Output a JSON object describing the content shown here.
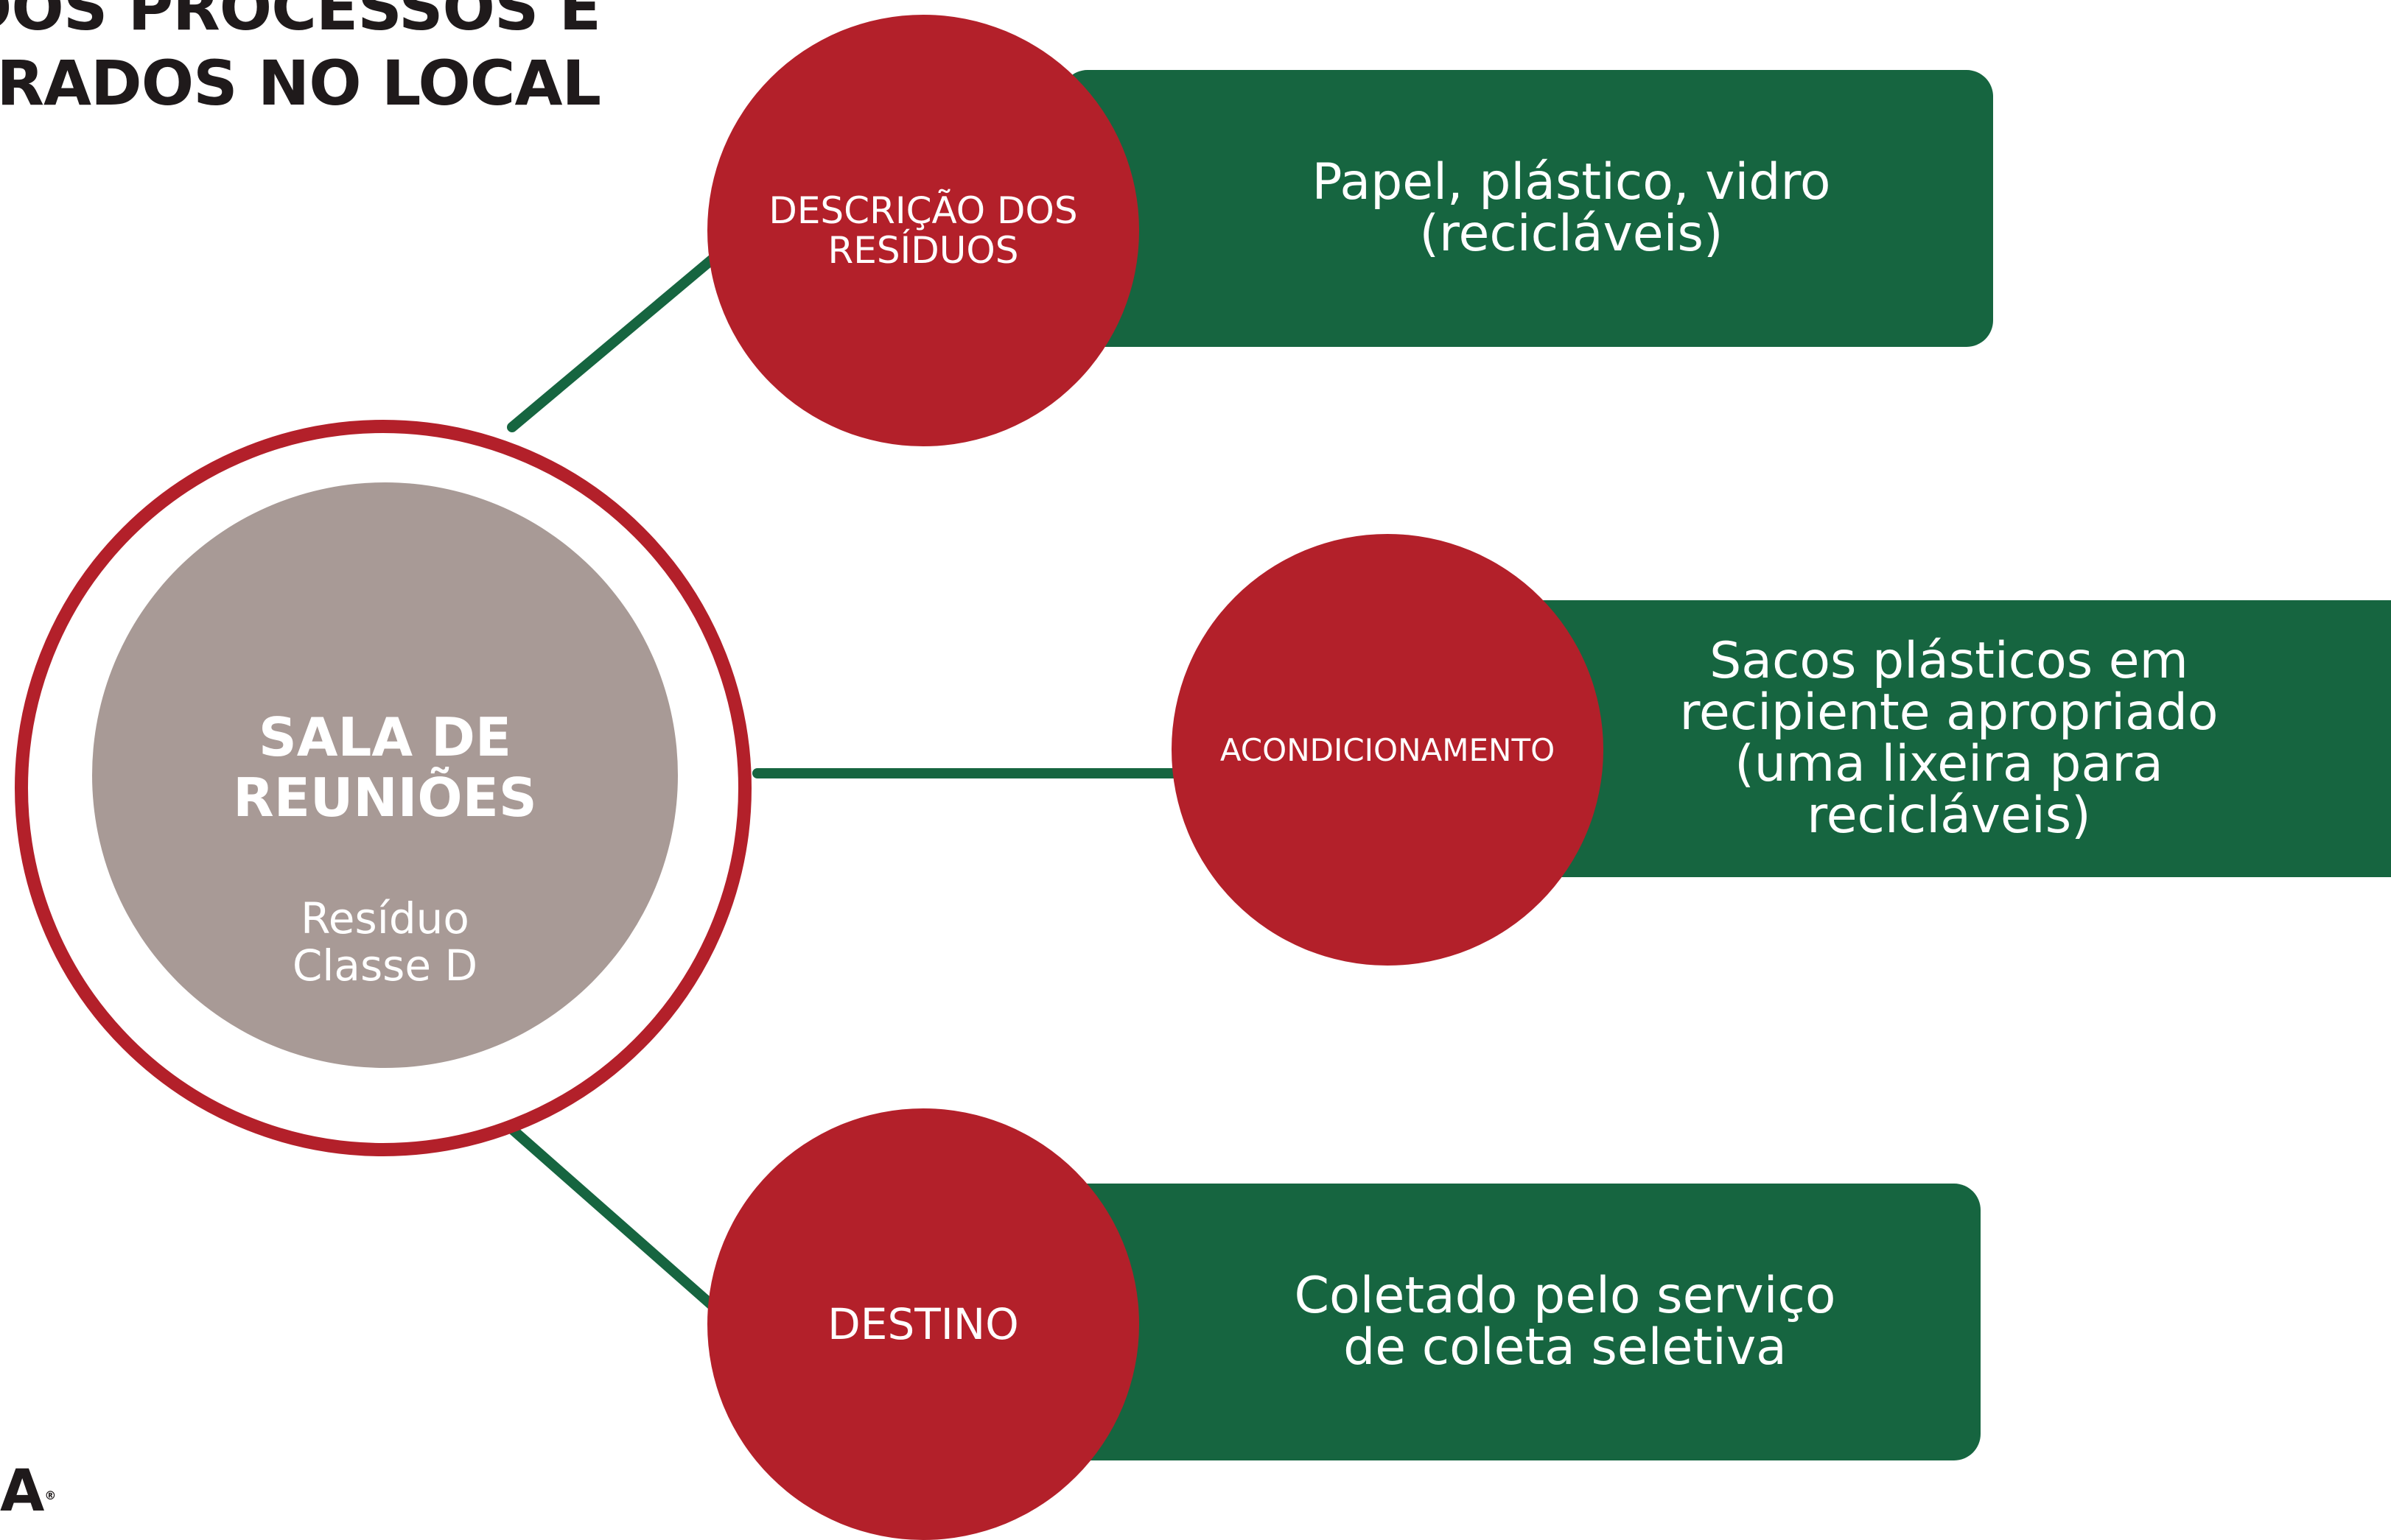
{
  "title": {
    "line1": "DOS PROCESSOS E",
    "line2": "ERADOS NO LOCAL"
  },
  "center": {
    "title_line1": "SALA DE",
    "title_line2": "REUNIÕES",
    "subtitle_line1": "Resíduo",
    "subtitle_line2": "Classe D"
  },
  "items": [
    {
      "circle_label_line1": "DESCRIÇÃO DOS",
      "circle_label_line2": "RESÍDUOS",
      "box_text_lines": [
        "Papel, plástico, vidro",
        "(recicláveis)"
      ]
    },
    {
      "circle_label_line1": "ACONDICIONAMENTO",
      "circle_label_line2": "",
      "box_text_lines": [
        "Sacos plásticos em",
        "recipiente apropriado",
        "(uma lixeira para",
        "recicláveis)"
      ]
    },
    {
      "circle_label_line1": "DESTINO",
      "circle_label_line2": "",
      "box_text_lines": [
        "Coletado pelo serviço",
        "de coleta seletiva"
      ]
    }
  ],
  "logo": {
    "text": "A",
    "mark": "®"
  },
  "colors": {
    "red": "#b3202a",
    "green": "#166540",
    "gray": "#a89a96",
    "dark": "#1f1a1b"
  }
}
